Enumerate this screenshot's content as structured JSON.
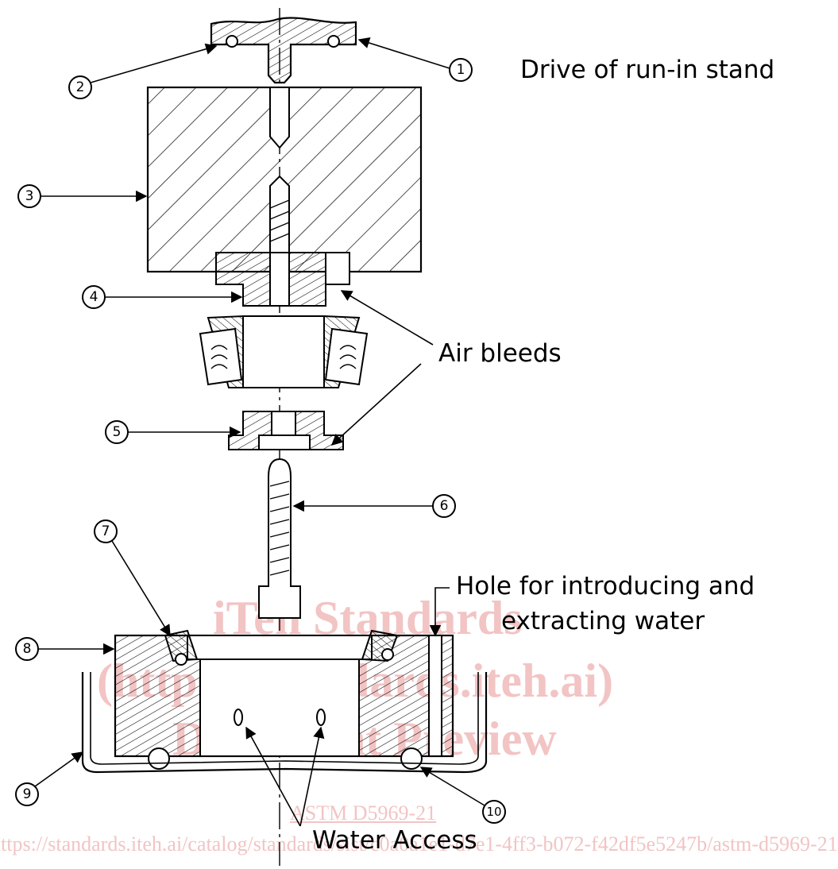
{
  "labels": {
    "drive": "Drive of run-in stand",
    "air_bleeds": "Air bleeds",
    "hole_line1": "Hole for introducing and",
    "hole_line2": "extracting water",
    "water_access": "Water Access"
  },
  "callouts": [
    "1",
    "2",
    "3",
    "4",
    "5",
    "6",
    "7",
    "8",
    "9",
    "10"
  ],
  "watermark": {
    "line1": "iTeh Standards",
    "line2": "(https://standards.iteh.ai)",
    "line3": "Document Preview",
    "standard": "ASTM D5969-21",
    "url": "https://standards.iteh.ai/catalog/standards/sist/c0a0a1e1-d7e1-4ff3-b072-f42df5e5247b/astm-d5969-21"
  },
  "colors": {
    "ink": "#000000",
    "watermark": "#f2c4c4"
  }
}
